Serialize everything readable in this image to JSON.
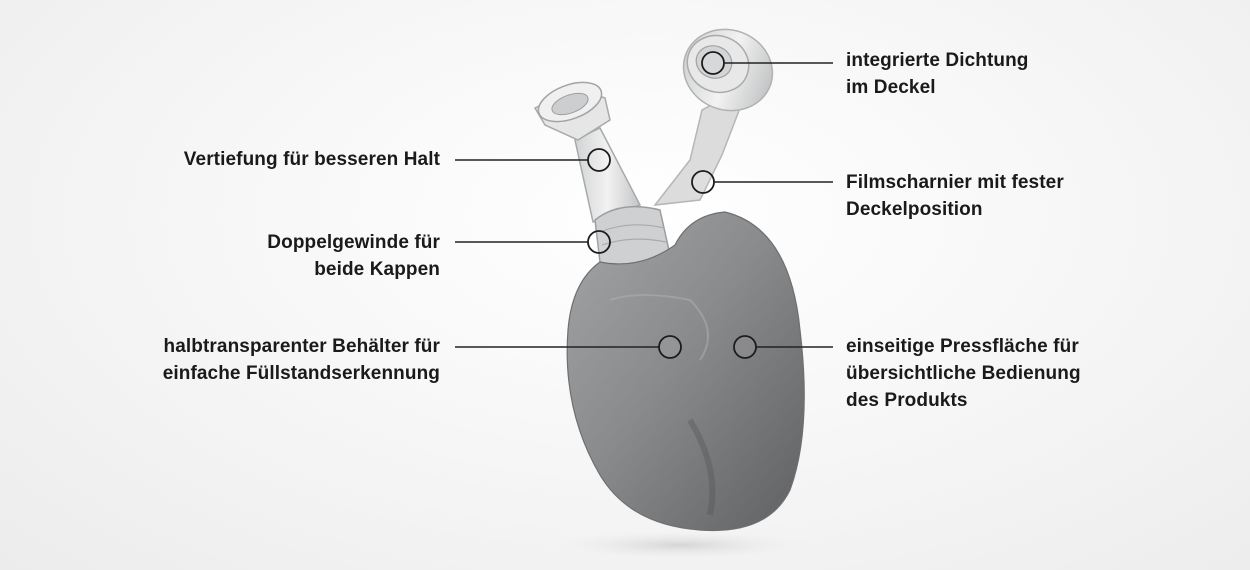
{
  "labels": {
    "seal": [
      "integrierte Dichtung",
      "im Deckel"
    ],
    "grip": [
      "Vertiefung für besseren Halt"
    ],
    "hinge": [
      "Filmscharnier mit fester",
      "Deckelposition"
    ],
    "thread": [
      "Doppelgewinde für",
      "beide Kappen"
    ],
    "container": [
      "halbtransparenter Behälter für",
      "einfache Füllstandserkennung"
    ],
    "press_area": [
      "einseitige Pressfläche für",
      "übersichtliche Bedienung",
      "des Produkts"
    ]
  }
}
